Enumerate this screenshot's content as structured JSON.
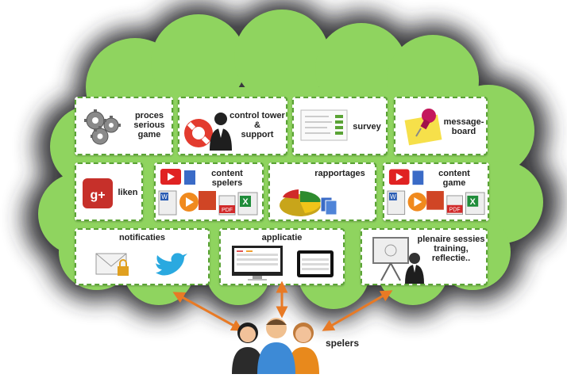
{
  "colors": {
    "cloud": "#8fd45f",
    "card_border": "#5aa335",
    "arrow": "#e87a25"
  },
  "cards": {
    "proces": "proces\nserious\ngame",
    "control": "control tower\n&\nsupport",
    "survey": "survey",
    "message": "message-\nboard",
    "liken": "liken",
    "content_spelers": "content\nspelers",
    "rapportages": "rapportages",
    "content_game": "content\ngame",
    "notificaties": "notificaties",
    "applicatie": "applicatie",
    "plenaire": "plenaire sessies\ntraining,\nreflectie.."
  },
  "players_label": "spelers",
  "icons": [
    "gears-icon",
    "lifebuoy-icon",
    "survey-screen-icon",
    "pushpin-note-icon",
    "google-plus-icon",
    "office-documents-icon",
    "pie-chart-icon",
    "envelope-lock-icon",
    "twitter-bird-icon",
    "monitor-tablet-icon",
    "presentation-board-icon",
    "users-icon"
  ]
}
